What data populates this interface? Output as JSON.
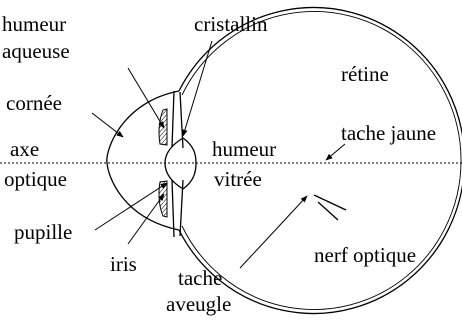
{
  "labels": {
    "humeur_aqueuse_1": "humeur",
    "humeur_aqueuse_2": "aqueuse",
    "cristallin": "cristallin",
    "retine": "rétine",
    "cornee": "cornée",
    "axe_optique_1": "axe",
    "axe_optique_2": "optique",
    "humeur_vitree_1": "humeur",
    "humeur_vitree_2": "vitrée",
    "tache_jaune": "tache jaune",
    "pupille": "pupille",
    "iris": "iris",
    "nerf_optique": "nerf optique",
    "tache_aveugle_1": "tache",
    "tache_aveugle_2": "aveugle"
  },
  "colors": {
    "line": "#000000",
    "background": "#ffffff"
  }
}
